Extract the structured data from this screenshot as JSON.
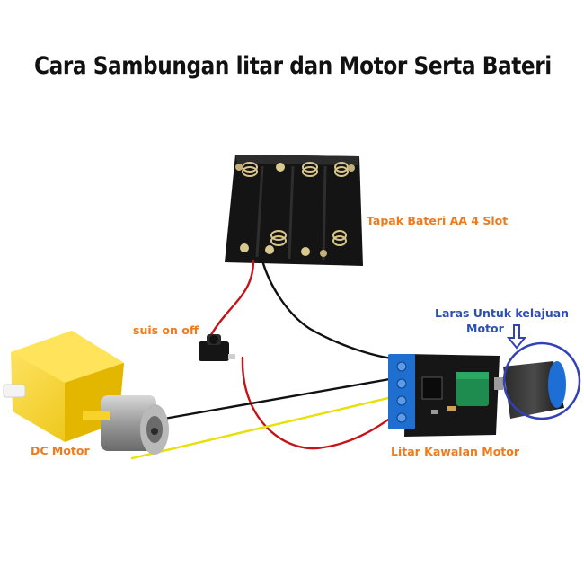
{
  "title": "Cara Sambungan litar dan Motor Serta Bateri",
  "labels": {
    "battery": "Tapak Bateri AA 4 Slot",
    "switch": "suis on off",
    "speed_line1": "Laras Untuk kelajuan",
    "speed_line2": "Motor",
    "motor": "DC Motor",
    "controller": "Litar Kawalan Motor"
  },
  "colors": {
    "label_orange": "#f07a1a",
    "label_blue": "#2a4fb5",
    "wire_red": "#c4141a",
    "wire_black": "#111111",
    "wire_yellow": "#e8e000",
    "terminal_blue": "#1f6fd1",
    "pcb_black": "#161616",
    "capacitor_green": "#1e8c4e",
    "motor_yellow": "#f5d21c"
  },
  "icons": [
    "down-arrow-icon",
    "highlight-circle"
  ]
}
